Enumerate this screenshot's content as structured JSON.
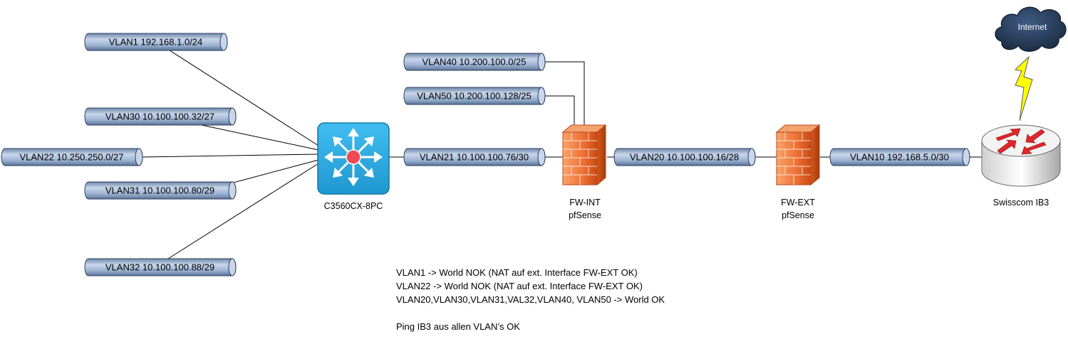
{
  "vlan_pipes": [
    {
      "id": "vlan1",
      "label": "VLAN1 192.168.1.0/24"
    },
    {
      "id": "vlan30",
      "label": "VLAN30 10.100.100.32/27"
    },
    {
      "id": "vlan22",
      "label": "VLAN22 10.250.250.0/27"
    },
    {
      "id": "vlan31",
      "label": "VLAN31 10.100.100.80/29"
    },
    {
      "id": "vlan32",
      "label": "VLAN32 10.100.100.88/29"
    },
    {
      "id": "vlan40",
      "label": "VLAN40 10.200.100.0/25"
    },
    {
      "id": "vlan50",
      "label": "VLAN50 10.200.100.128/25"
    },
    {
      "id": "vlan21",
      "label": "VLAN21 10.100.100.76/30"
    },
    {
      "id": "vlan20",
      "label": "VLAN20 10.100.100.16/28"
    },
    {
      "id": "vlan10",
      "label": "VLAN10 192.168.5.0/30"
    }
  ],
  "devices": {
    "switch": {
      "label": "C3560CX-8PC",
      "icon": "layer3-switch-icon",
      "color": "#29a9e0"
    },
    "fw_int": {
      "line1": "FW-INT",
      "line2": "pfSense",
      "icon": "firewall-icon"
    },
    "fw_ext": {
      "line1": "FW-EXT",
      "line2": "pfSense",
      "icon": "firewall-icon"
    },
    "router": {
      "label": "Swisscom IB3",
      "icon": "router-icon"
    },
    "cloud": {
      "label": "Internet",
      "icon": "cloud-icon"
    }
  },
  "notes": [
    "VLAN1 -> World NOK (NAT auf ext. Interface FW-EXT OK)",
    "VLAN22 -> World NOK (NAT auf ext. Interface FW-EXT OK)",
    "VLAN20,VLAN30,VLAN31,VAL32,VLAN40, VLAN50 -> World OK",
    "",
    "Ping IB3 aus allen VLAN’s OK"
  ],
  "colors": {
    "pipe": "#a9bcd8",
    "pipe_edge": "#2b3f5f",
    "switch": "#29a9e0",
    "firewall": "#f07d3c",
    "lightning": "#ffff00",
    "cloud": "#263a55"
  }
}
